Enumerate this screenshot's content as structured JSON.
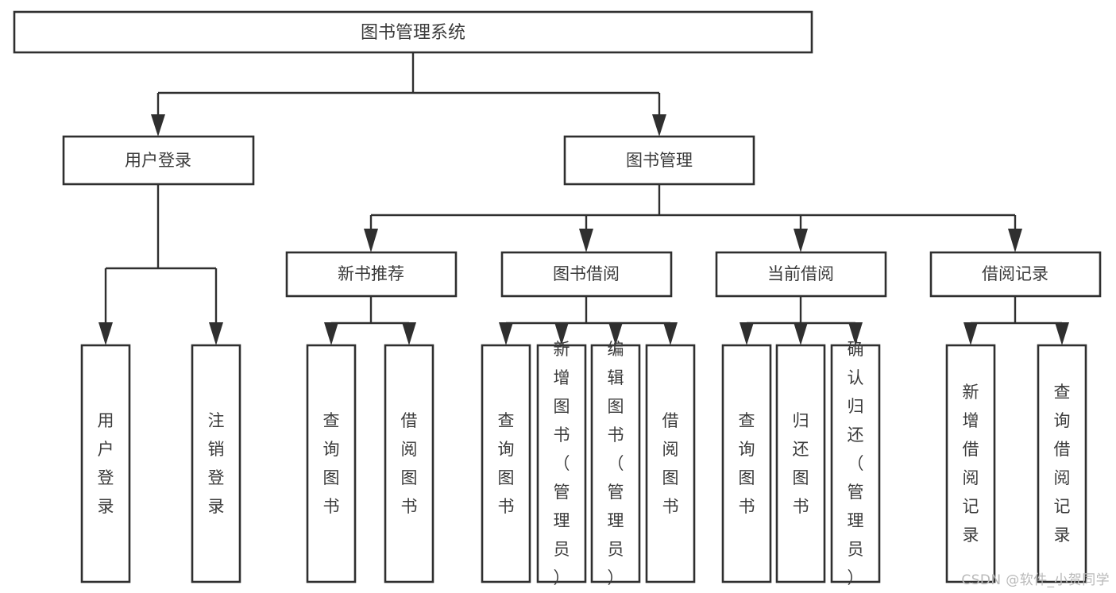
{
  "diagram": {
    "title": "图书管理系统",
    "type": "hierarchy-tree",
    "root": {
      "id": "root",
      "label": "图书管理系统",
      "orientation": "horizontal"
    },
    "level2": [
      {
        "id": "user-login",
        "label": "用户登录",
        "orientation": "horizontal"
      },
      {
        "id": "book-manage",
        "label": "图书管理",
        "orientation": "horizontal"
      }
    ],
    "level3": [
      {
        "id": "new-book-recommend",
        "label": "新书推荐",
        "parent": "book-manage",
        "orientation": "horizontal"
      },
      {
        "id": "book-borrow",
        "label": "图书借阅",
        "parent": "book-manage",
        "orientation": "horizontal"
      },
      {
        "id": "current-borrow",
        "label": "当前借阅",
        "parent": "book-manage",
        "orientation": "horizontal"
      },
      {
        "id": "borrow-record",
        "label": "借阅记录",
        "parent": "book-manage",
        "orientation": "horizontal"
      }
    ],
    "leaves": [
      {
        "id": "leaf-user-login",
        "label": "用户登录",
        "parent": "user-login",
        "orientation": "vertical"
      },
      {
        "id": "leaf-logout-login",
        "label": "注销登录",
        "parent": "user-login",
        "orientation": "vertical"
      },
      {
        "id": "leaf-query-book-1",
        "label": "查询图书",
        "parent": "new-book-recommend",
        "orientation": "vertical"
      },
      {
        "id": "leaf-borrow-book-1",
        "label": "借阅图书",
        "parent": "new-book-recommend",
        "orientation": "vertical"
      },
      {
        "id": "leaf-query-book-2",
        "label": "查询图书",
        "parent": "book-borrow",
        "orientation": "vertical"
      },
      {
        "id": "leaf-add-book",
        "label": "新增图书（管理员）",
        "parent": "book-borrow",
        "orientation": "vertical"
      },
      {
        "id": "leaf-edit-book",
        "label": "编辑图书（管理员）",
        "parent": "book-borrow",
        "orientation": "vertical"
      },
      {
        "id": "leaf-borrow-book-2",
        "label": "借阅图书",
        "parent": "book-borrow",
        "orientation": "vertical"
      },
      {
        "id": "leaf-query-book-3",
        "label": "查询图书",
        "parent": "current-borrow",
        "orientation": "vertical"
      },
      {
        "id": "leaf-return-book",
        "label": "归还图书",
        "parent": "current-borrow",
        "orientation": "vertical"
      },
      {
        "id": "leaf-confirm-return",
        "label": "确认归还（管理员）",
        "parent": "current-borrow",
        "orientation": "vertical"
      },
      {
        "id": "leaf-add-record",
        "label": "新增借阅记录",
        "parent": "borrow-record",
        "orientation": "vertical"
      },
      {
        "id": "leaf-query-record",
        "label": "查询借阅记录",
        "parent": "borrow-record",
        "orientation": "vertical"
      }
    ],
    "colors": {
      "box_stroke": "#2f2f2f",
      "box_fill": "#ffffff",
      "text": "#3b3b3b",
      "connector": "#2f2f2f",
      "background": "#ffffff",
      "watermark": "#b9b9b9"
    }
  },
  "watermark": {
    "text": "CSDN @软件_小贺同学"
  }
}
